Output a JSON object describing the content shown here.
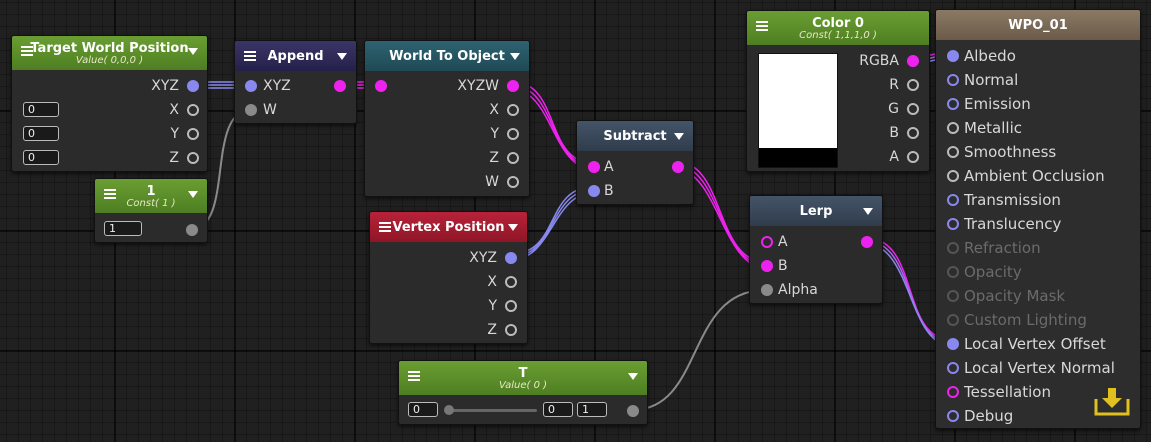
{
  "nodes": {
    "target_world_position": {
      "title": "Target World Position",
      "subtitle": "Value( 0,0,0 )",
      "outputs": [
        "XYZ",
        "X",
        "Y",
        "Z"
      ],
      "fields": [
        "0",
        "0",
        "0"
      ]
    },
    "const_one": {
      "title": "1",
      "subtitle": "Const( 1 )",
      "field": "1"
    },
    "append": {
      "title": "Append",
      "inputs": [
        "XYZ",
        "W"
      ]
    },
    "world_to_object": {
      "title": "World To Object",
      "outputs": [
        "XYZW",
        "X",
        "Y",
        "Z",
        "W"
      ]
    },
    "subtract": {
      "title": "Subtract",
      "inputs": [
        "A",
        "B"
      ]
    },
    "vertex_position": {
      "title": "Vertex Position",
      "outputs": [
        "XYZ",
        "X",
        "Y",
        "Z"
      ]
    },
    "color0": {
      "title": "Color 0",
      "subtitle": "Const( 1,1,1,0 )",
      "outputs": [
        "RGBA",
        "R",
        "G",
        "B",
        "A"
      ]
    },
    "lerp": {
      "title": "Lerp",
      "inputs": [
        "A",
        "B",
        "Alpha"
      ]
    },
    "t_value": {
      "title": "T",
      "subtitle": "Value( 0 )",
      "min": "0",
      "current": "0",
      "max": "1",
      "level": 0
    },
    "master": {
      "title": "WPO_01",
      "inputs": [
        "Albedo",
        "Normal",
        "Emission",
        "Metallic",
        "Smoothness",
        "Ambient Occlusion",
        "Transmission",
        "Translucency",
        "Refraction",
        "Opacity",
        "Opacity Mask",
        "Custom Lighting",
        "Local Vertex Offset",
        "Local Vertex Normal",
        "Tessellation",
        "Debug"
      ]
    }
  },
  "colors": {
    "header_green": "#5b8f2a",
    "header_purple": "#2f2a55",
    "header_teal": "#2a5560",
    "header_slate": "#3a4a5c",
    "header_red": "#a81c2e",
    "header_brown": "#7a6a55",
    "wire_magenta": "#ee22ee",
    "wire_blue": "#8888ee",
    "wire_gray": "#8a8a8a"
  },
  "icons": {
    "master_action": "download-icon"
  }
}
